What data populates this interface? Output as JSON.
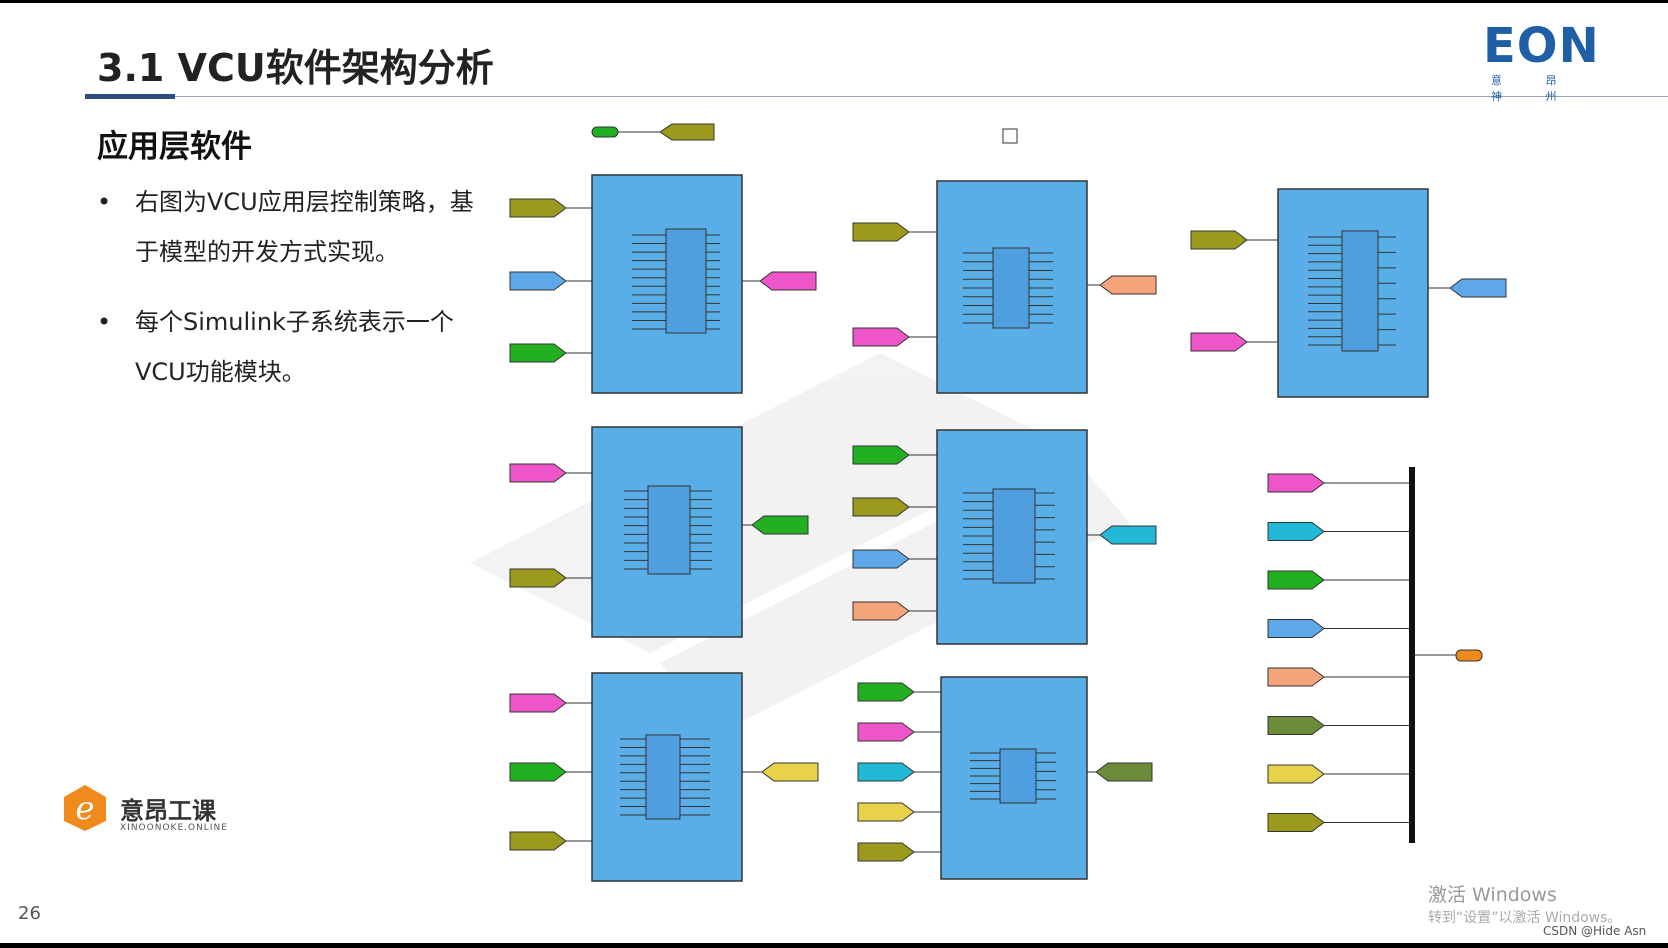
{
  "slide": {
    "title": "3.1 VCU软件架构分析",
    "subtitle": "应用层软件",
    "bullets": [
      "右图为VCU应用层控制策略，基于模型的开发方式实现。",
      "每个Simulink子系统表示一个VCU功能模块。"
    ],
    "page_number": "26",
    "logo_top_text": "EON",
    "logo_top_cn": "意 昂 神 州",
    "logo_bottom_cn": "意昂工课",
    "logo_bottom_en": "XINOONOKE.ONLINE",
    "watermark_line1": "激活 Windows",
    "watermark_line2": "转到“设置”以激活 Windows。",
    "csdn_credit": "CSDN @Hide Asn"
  },
  "colors": {
    "title_accent": "#2a4c7f",
    "block_fill": "#5aaee8",
    "olive": "#9c9a1c",
    "blue": "#5ea8e8",
    "green": "#22b022",
    "pink": "#ee55c8",
    "salmon": "#f4a47a",
    "cyan": "#22b8d8",
    "yellow": "#e8d24a",
    "darkgreen": "#6c8c3a"
  }
}
